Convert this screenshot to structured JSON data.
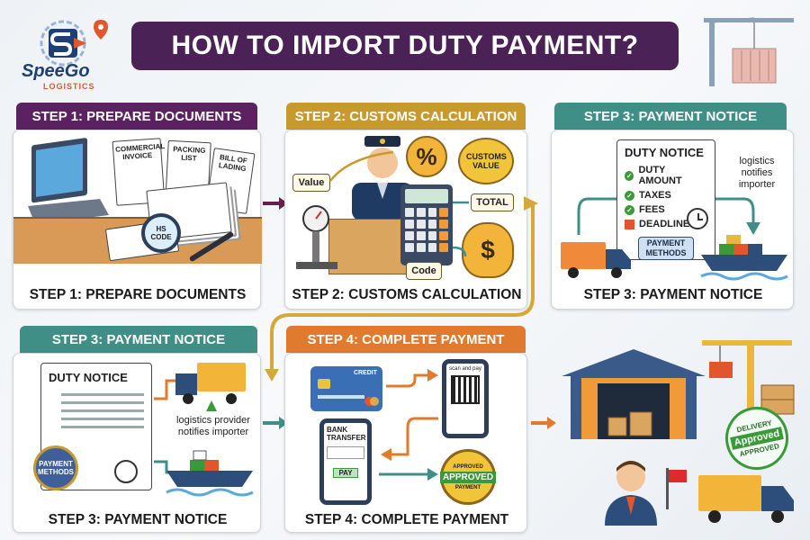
{
  "title": "HOW TO IMPORT DUTY PAYMENT?",
  "logo": {
    "name": "SpeeGo",
    "sub": "LOGISTICS"
  },
  "step1": {
    "tab": "STEP 1: PREPARE DOCUMENTS",
    "caption": "STEP 1: PREPARE DOCUMENTS",
    "doc1": "COMMERCIAL INVOICE",
    "doc2": "PACKING LIST",
    "doc3": "BILL OF LADING",
    "hs": "HS CODE"
  },
  "step2": {
    "tab": "STEP 2: CUSTOMS CALCULATION",
    "caption": "STEP 2: CUSTOMS CALCULATION",
    "value": "Value",
    "customs_value": "CUSTOMS VALUE",
    "total": "TOTAL",
    "code": "Code",
    "percent": "%",
    "dollar": "$"
  },
  "step3a": {
    "tab": "STEP 3: PAYMENT NOTICE",
    "caption": "STEP 3: PAYMENT NOTICE",
    "notice_title": "DUTY NOTICE",
    "items": [
      "DUTY AMOUNT",
      "TAXES",
      "FEES",
      "DEADLINE"
    ],
    "notifies": "logistics notifies importer",
    "payment_methods": "PAYMENT METHODS"
  },
  "step3b": {
    "tab": "STEP 3: PAYMENT NOTICE",
    "caption": "STEP 3: PAYMENT NOTICE",
    "notice_title": "DUTY NOTICE",
    "notifies": "logistics provider notifies importer",
    "payment_methods": "PAYMENT METHODS"
  },
  "step4": {
    "tab": "STEP 4: COMPLETE PAYMENT",
    "caption": "STEP 4: COMPLETE PAYMENT",
    "credit": "CREDIT",
    "scan": "scan and pay",
    "bank_transfer": "BANK TRANSFER",
    "pay": "PAY",
    "approved": "APPROVED",
    "approved_top": "APPROVED",
    "approved_bottom": "PAYMENT"
  },
  "final": {
    "delivery_top": "DELIVERY",
    "delivery_mid": "Approved",
    "delivery_bottom": "APPROVED"
  },
  "colors": {
    "step1": "#5b2160",
    "step2": "#c89a2e",
    "step3": "#3f8f87",
    "step4": "#e07a2e",
    "arrow_purple": "#6b1e4a",
    "arrow_gold": "#d4a93a",
    "arrow_teal": "#3f8f87",
    "arrow_orange": "#e07a2e"
  }
}
